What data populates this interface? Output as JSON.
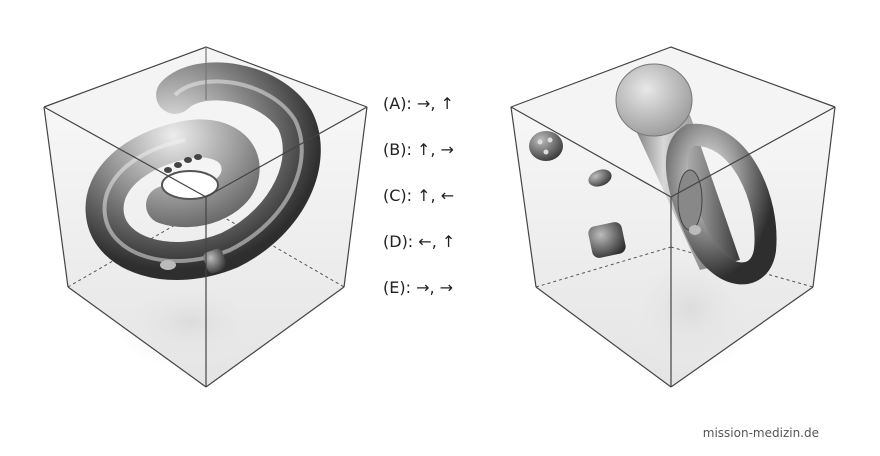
{
  "answer_options": [
    {
      "text": "(A): →, ↑"
    },
    {
      "text": "(B): ↑, →"
    },
    {
      "text": "(C): ↑, ←"
    },
    {
      "text": "(D): ←, ↑"
    },
    {
      "text": "(E): →, →"
    }
  ],
  "watermark": "mission-medizin.de",
  "colors": {
    "cube_edge": "#444444",
    "cube_face": "#f2f2f2",
    "object_dark": "#3a3a3a",
    "object_mid": "#8a8a8a",
    "object_light": "#e6e6e6"
  }
}
